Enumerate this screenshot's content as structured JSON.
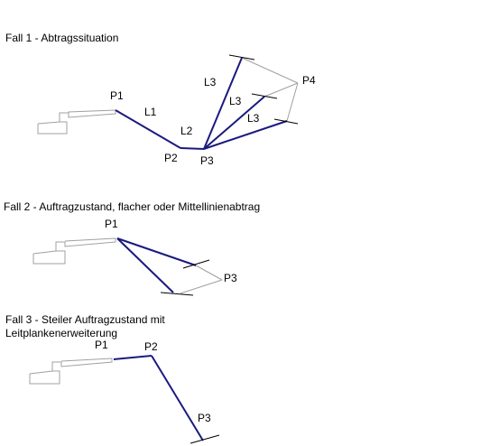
{
  "colors": {
    "line": "#1a1a80",
    "guide": "#a0a0a0",
    "tick": "#000000",
    "text": "#000000"
  },
  "case1": {
    "title": "Fall 1 - Abtragssituation",
    "labels": {
      "p1": "P1",
      "p2": "P2",
      "p3": "P3",
      "p4": "P4",
      "l1": "L1",
      "l2": "L2",
      "l3a": "L3",
      "l3b": "L3",
      "l3c": "L3"
    }
  },
  "case2": {
    "title": "Fall 2 - Auftragzustand, flacher oder Mittellinienabtrag",
    "labels": {
      "p1": "P1",
      "p3": "P3"
    }
  },
  "case3": {
    "title_line1": "Fall 3 - Steiler Auftragzustand mit",
    "title_line2": "Leitplankenerweiterung",
    "labels": {
      "p1": "P1",
      "p2": "P2",
      "p3": "P3"
    }
  }
}
